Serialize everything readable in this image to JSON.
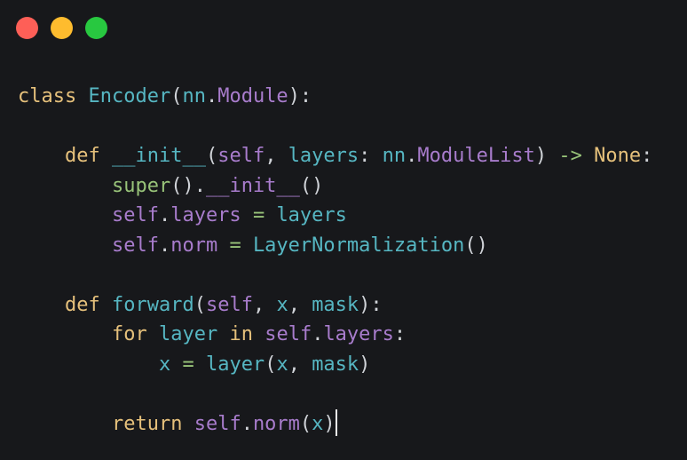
{
  "window": {
    "controls": [
      {
        "name": "close",
        "color": "#fe5f57"
      },
      {
        "name": "minimize",
        "color": "#febc2e"
      },
      {
        "name": "maximize",
        "color": "#28c840"
      }
    ]
  },
  "colors": {
    "k": "#e5c07b",
    "f": "#56b6c2",
    "p": "#a87ccc",
    "w": "#d0d3d8",
    "g": "#98c379"
  },
  "code": {
    "language": "python",
    "lines": [
      [
        [
          "class",
          "k"
        ],
        [
          " ",
          "w"
        ],
        [
          "Encoder",
          "f"
        ],
        [
          "(",
          "w"
        ],
        [
          "nn",
          "f"
        ],
        [
          ".",
          "w"
        ],
        [
          "Module",
          "p"
        ],
        [
          "):",
          "w"
        ]
      ],
      [],
      [
        [
          "    ",
          "w"
        ],
        [
          "def",
          "k"
        ],
        [
          " ",
          "w"
        ],
        [
          "__init__",
          "f"
        ],
        [
          "(",
          "w"
        ],
        [
          "self",
          "p"
        ],
        [
          ", ",
          "w"
        ],
        [
          "layers",
          "f"
        ],
        [
          ": ",
          "w"
        ],
        [
          "nn",
          "f"
        ],
        [
          ".",
          "w"
        ],
        [
          "ModuleList",
          "p"
        ],
        [
          ") ",
          "w"
        ],
        [
          "->",
          "g"
        ],
        [
          " ",
          "w"
        ],
        [
          "None",
          "k"
        ],
        [
          ":",
          "w"
        ]
      ],
      [
        [
          "        ",
          "w"
        ],
        [
          "super",
          "g"
        ],
        [
          "().",
          "w"
        ],
        [
          "__init__",
          "p"
        ],
        [
          "()",
          "w"
        ]
      ],
      [
        [
          "        ",
          "w"
        ],
        [
          "self",
          "p"
        ],
        [
          ".",
          "w"
        ],
        [
          "layers",
          "p"
        ],
        [
          " ",
          "w"
        ],
        [
          "=",
          "g"
        ],
        [
          " ",
          "w"
        ],
        [
          "layers",
          "f"
        ]
      ],
      [
        [
          "        ",
          "w"
        ],
        [
          "self",
          "p"
        ],
        [
          ".",
          "w"
        ],
        [
          "norm",
          "p"
        ],
        [
          " ",
          "w"
        ],
        [
          "=",
          "g"
        ],
        [
          " ",
          "w"
        ],
        [
          "LayerNormalization",
          "f"
        ],
        [
          "()",
          "w"
        ]
      ],
      [],
      [
        [
          "    ",
          "w"
        ],
        [
          "def",
          "k"
        ],
        [
          " ",
          "w"
        ],
        [
          "forward",
          "f"
        ],
        [
          "(",
          "w"
        ],
        [
          "self",
          "p"
        ],
        [
          ", ",
          "w"
        ],
        [
          "x",
          "f"
        ],
        [
          ", ",
          "w"
        ],
        [
          "mask",
          "f"
        ],
        [
          "):",
          "w"
        ]
      ],
      [
        [
          "        ",
          "w"
        ],
        [
          "for",
          "k"
        ],
        [
          " ",
          "w"
        ],
        [
          "layer",
          "f"
        ],
        [
          " ",
          "w"
        ],
        [
          "in",
          "k"
        ],
        [
          " ",
          "w"
        ],
        [
          "self",
          "p"
        ],
        [
          ".",
          "w"
        ],
        [
          "layers",
          "p"
        ],
        [
          ":",
          "w"
        ]
      ],
      [
        [
          "            ",
          "w"
        ],
        [
          "x",
          "f"
        ],
        [
          " ",
          "w"
        ],
        [
          "=",
          "g"
        ],
        [
          " ",
          "w"
        ],
        [
          "layer",
          "f"
        ],
        [
          "(",
          "w"
        ],
        [
          "x",
          "f"
        ],
        [
          ", ",
          "w"
        ],
        [
          "mask",
          "f"
        ],
        [
          ")",
          "w"
        ]
      ],
      [],
      [
        [
          "        ",
          "w"
        ],
        [
          "return",
          "k"
        ],
        [
          " ",
          "w"
        ],
        [
          "self",
          "p"
        ],
        [
          ".",
          "w"
        ],
        [
          "norm",
          "p"
        ],
        [
          "(",
          "w"
        ],
        [
          "x",
          "f"
        ],
        [
          ")",
          "w"
        ]
      ]
    ],
    "cursor_line": 11
  }
}
